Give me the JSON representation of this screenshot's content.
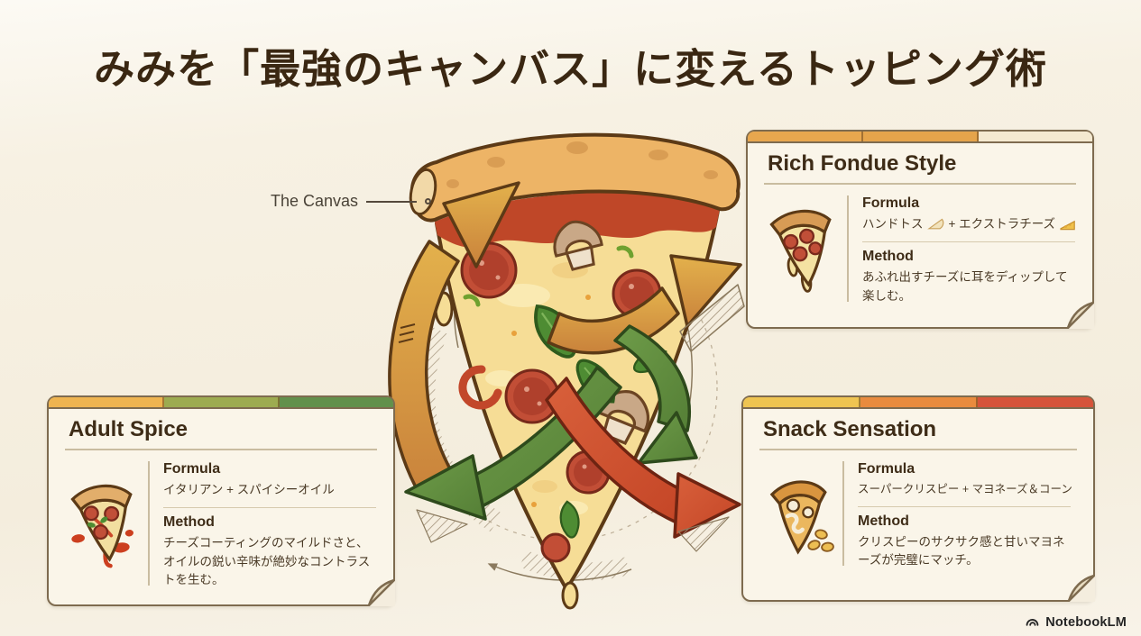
{
  "title": "みみを「最強のキャンバス」に変えるトッピング術",
  "center": {
    "label": "The Canvas",
    "illustration": "pizza-slice-with-style-arrows",
    "arrow_colors": {
      "gold": "#D9A53F",
      "green": "#5E8C3F",
      "red": "#CC4A2E"
    }
  },
  "cards": [
    {
      "title": "Rich Fondue Style",
      "formula_label": "Formula",
      "formula_text_1": "ハンドトス",
      "formula_icon_1": "flatbread-icon",
      "formula_text_2": "+ エクストラチーズ",
      "formula_icon_2": "cheese-icon",
      "method_label": "Method",
      "method": "あふれ出すチーズに耳をディップして楽しむ。",
      "icon": "cheesy-pizza-slice-icon",
      "bar_colors": [
        "#E8A74E",
        "#E5A44B",
        "#F4E9D0"
      ]
    },
    {
      "title": "Adult Spice",
      "formula_label": "Formula",
      "formula_text_1": "イタリアン + スパイシーオイル",
      "method_label": "Method",
      "method": "チーズコーティングのマイルドさと、オイルの鋭い辛味が絶妙なコントラストを生む。",
      "icon": "spicy-pizza-slice-icon",
      "bar_colors": [
        "#EFB450",
        "#9DAB50",
        "#62904B"
      ]
    },
    {
      "title": "Snack Sensation",
      "formula_label": "Formula",
      "formula_text_1": "スーパークリスピー + マヨネーズ＆コーン",
      "method_label": "Method",
      "method": "クリスピーのサクサク感と甘いマヨネーズが完璧にマッチ。",
      "icon": "crispy-pizza-slice-icon",
      "bar_colors": [
        "#EFC451",
        "#E98B3E",
        "#D6543A"
      ]
    }
  ],
  "footer": {
    "brand": "NotebookLM",
    "logo": "notebooklm-logo-icon"
  },
  "colors": {
    "background": "#F5EFE0",
    "card_background": "#FAF5E9",
    "card_border": "#7E6B4F",
    "title_text": "#3A2712",
    "body_text": "#4A3A26"
  }
}
